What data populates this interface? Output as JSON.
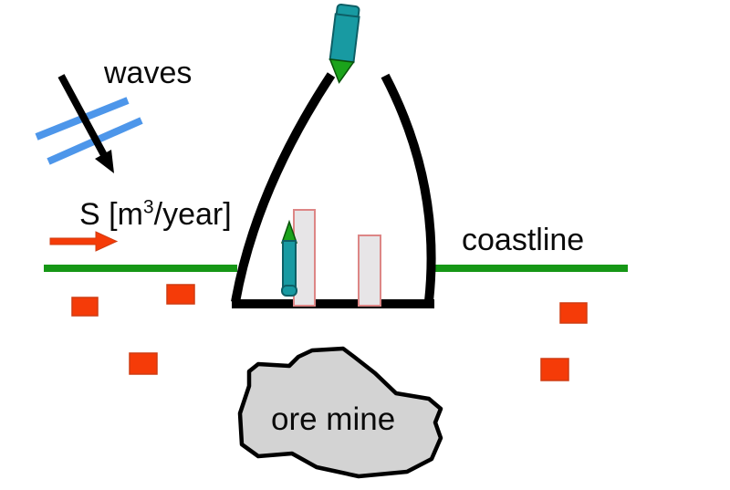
{
  "diagram": {
    "type": "schematic-sketch",
    "labels": {
      "waves": "waves",
      "sediment_prefix": "S [m",
      "sediment_sup": "3",
      "sediment_suffix": "/year]",
      "coastline": "coastline",
      "ore_mine": "ore mine"
    },
    "colors": {
      "background": "#ffffff",
      "text": "#0a0a0a",
      "wave_crest_lines": "#4d96ea",
      "wave_direction_arrow": "#000000",
      "sediment_transport_arrow": "#f53b08",
      "coastline_line": "#169716",
      "structure_outline": "#000000",
      "stockpile_bar_fill": "#e7e5e7",
      "stockpile_bar_outline": "#dd8686",
      "crayon_body": "#189aa2",
      "crayon_tip": "#1ba31b",
      "ore_deposit_square": "#f53b08",
      "ore_mine_fill": "#d3d3d3",
      "ore_mine_outline": "#000000"
    },
    "elements": {
      "wave_crest_line_count": 2,
      "ore_deposit_square_count": 5,
      "stockpile_bar_count": 2,
      "crayon_marker_count": 2,
      "icon_names": [
        "wave-direction-arrow",
        "wave-crest-lines",
        "sediment-transport-arrow",
        "coastline-line",
        "harbor-structure-outline",
        "crayon-marker-top",
        "crayon-marker-inside",
        "stockpile-bar-tall",
        "stockpile-bar-short",
        "ore-deposit-square",
        "ore-mine-blob"
      ]
    }
  }
}
